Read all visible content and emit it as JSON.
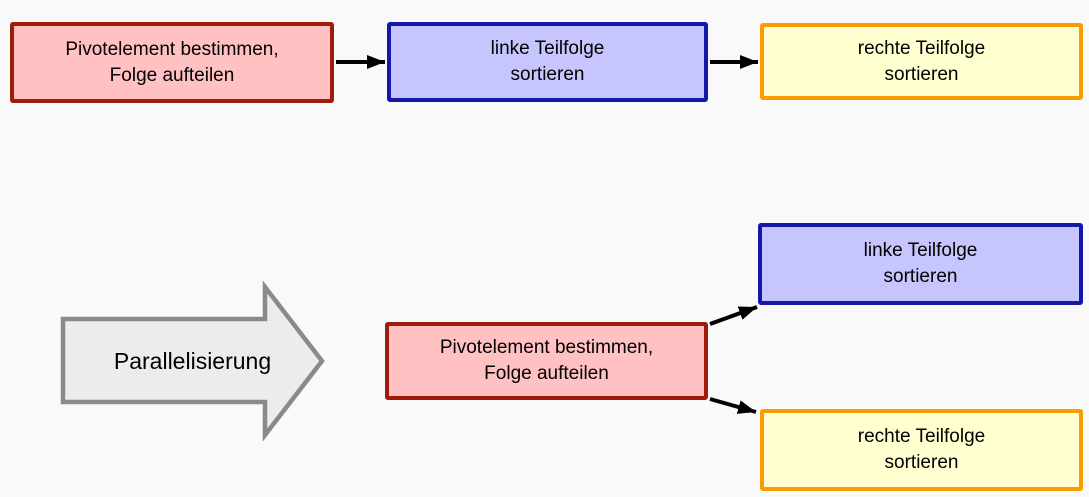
{
  "diagram": {
    "description_labels": {
      "transform_arrow": "Parallelisierung"
    },
    "sequential_row": {
      "pivot_box": {
        "line1": "Pivotelement bestimmen,",
        "line2": "Folge aufteilen"
      },
      "left_box": {
        "line1": "linke Teilfolge",
        "line2": "sortieren"
      },
      "right_box": {
        "line1": "rechte Teilfolge",
        "line2": "sortieren"
      }
    },
    "parallel_row": {
      "pivot_box": {
        "line1": "Pivotelement bestimmen,",
        "line2": "Folge aufteilen"
      },
      "left_box": {
        "line1": "linke Teilfolge",
        "line2": "sortieren"
      },
      "right_box": {
        "line1": "rechte Teilfolge",
        "line2": "sortieren"
      }
    },
    "colors": {
      "background": "#f9f9f9",
      "pivot_fill": "#ffc1c1",
      "pivot_border": "#9e1a09",
      "left_fill": "#c6c5fd",
      "left_border": "#1418a6",
      "right_fill": "#ffffd0",
      "right_border": "#f99c00",
      "transform_arrow_fill": "#ececec",
      "transform_arrow_border": "#8a8a8a",
      "connector": "#000000",
      "text": "#000000"
    }
  }
}
